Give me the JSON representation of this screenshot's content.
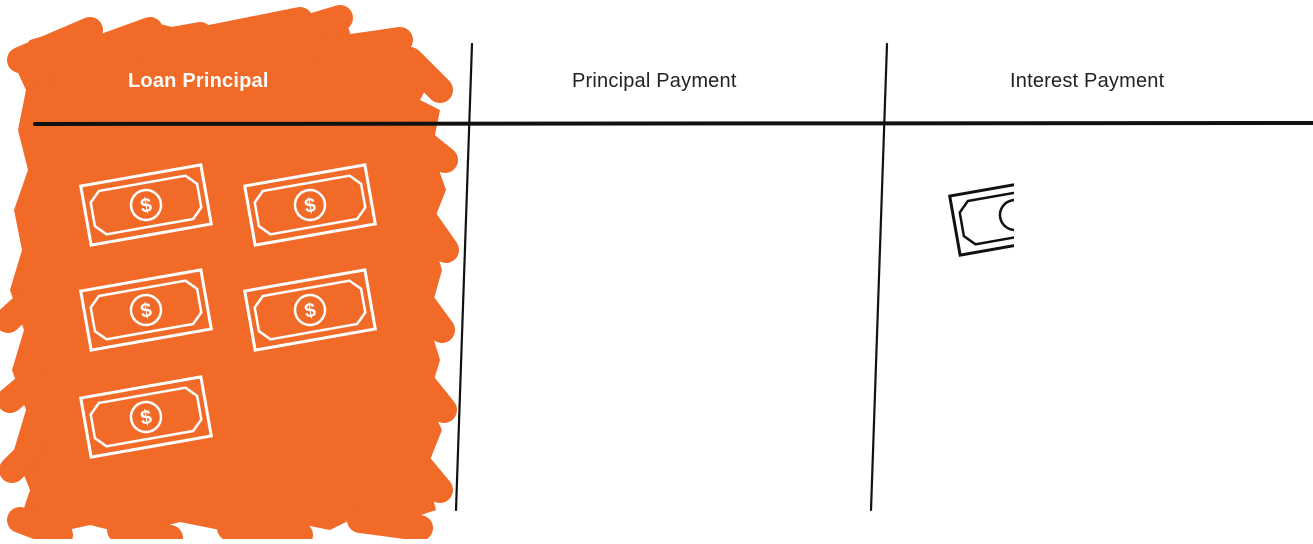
{
  "colors": {
    "accent": "#f26a28",
    "ink": "#111111",
    "bill_on_orange": "#ffffff",
    "background": "#ffffff"
  },
  "columns": [
    {
      "label": "Loan Principal",
      "highlighted": true
    },
    {
      "label": "Principal Payment",
      "highlighted": false
    },
    {
      "label": "Interest Payment",
      "highlighted": false
    }
  ],
  "cells": {
    "loan_principal": {
      "bill_count": 5,
      "icon": "dollar-bill-icon",
      "symbol": "$"
    },
    "principal_payment": {
      "bill_count": 0
    },
    "interest_payment": {
      "bill_count": 1,
      "icon": "dollar-bill-icon",
      "note": "partially visible"
    }
  }
}
